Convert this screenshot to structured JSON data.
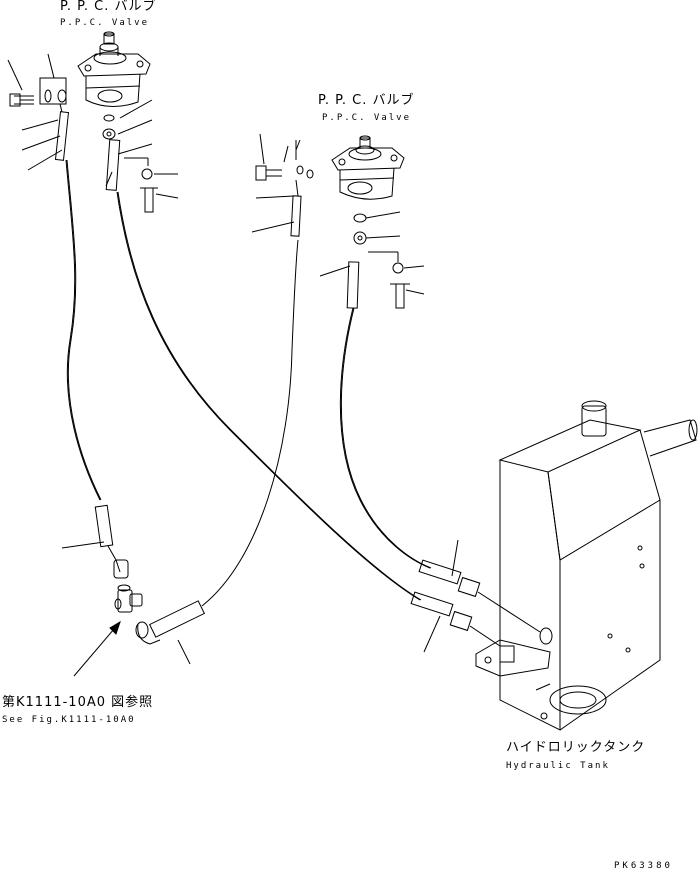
{
  "labels": {
    "ppc_valve_left_jp": "P. P. C. バルブ",
    "ppc_valve_left_en": "P.P.C. Valve",
    "ppc_valve_right_jp": "P. P. C. バルブ",
    "ppc_valve_right_en": "P.P.C. Valve",
    "fig_ref_jp": "第K1111-10A0 図参照",
    "fig_ref_en": "See Fig.K1111-10A0",
    "tank_jp": "ハイドロリックタンク",
    "tank_en": "Hydraulic Tank",
    "drawing_code": "PK63380"
  }
}
